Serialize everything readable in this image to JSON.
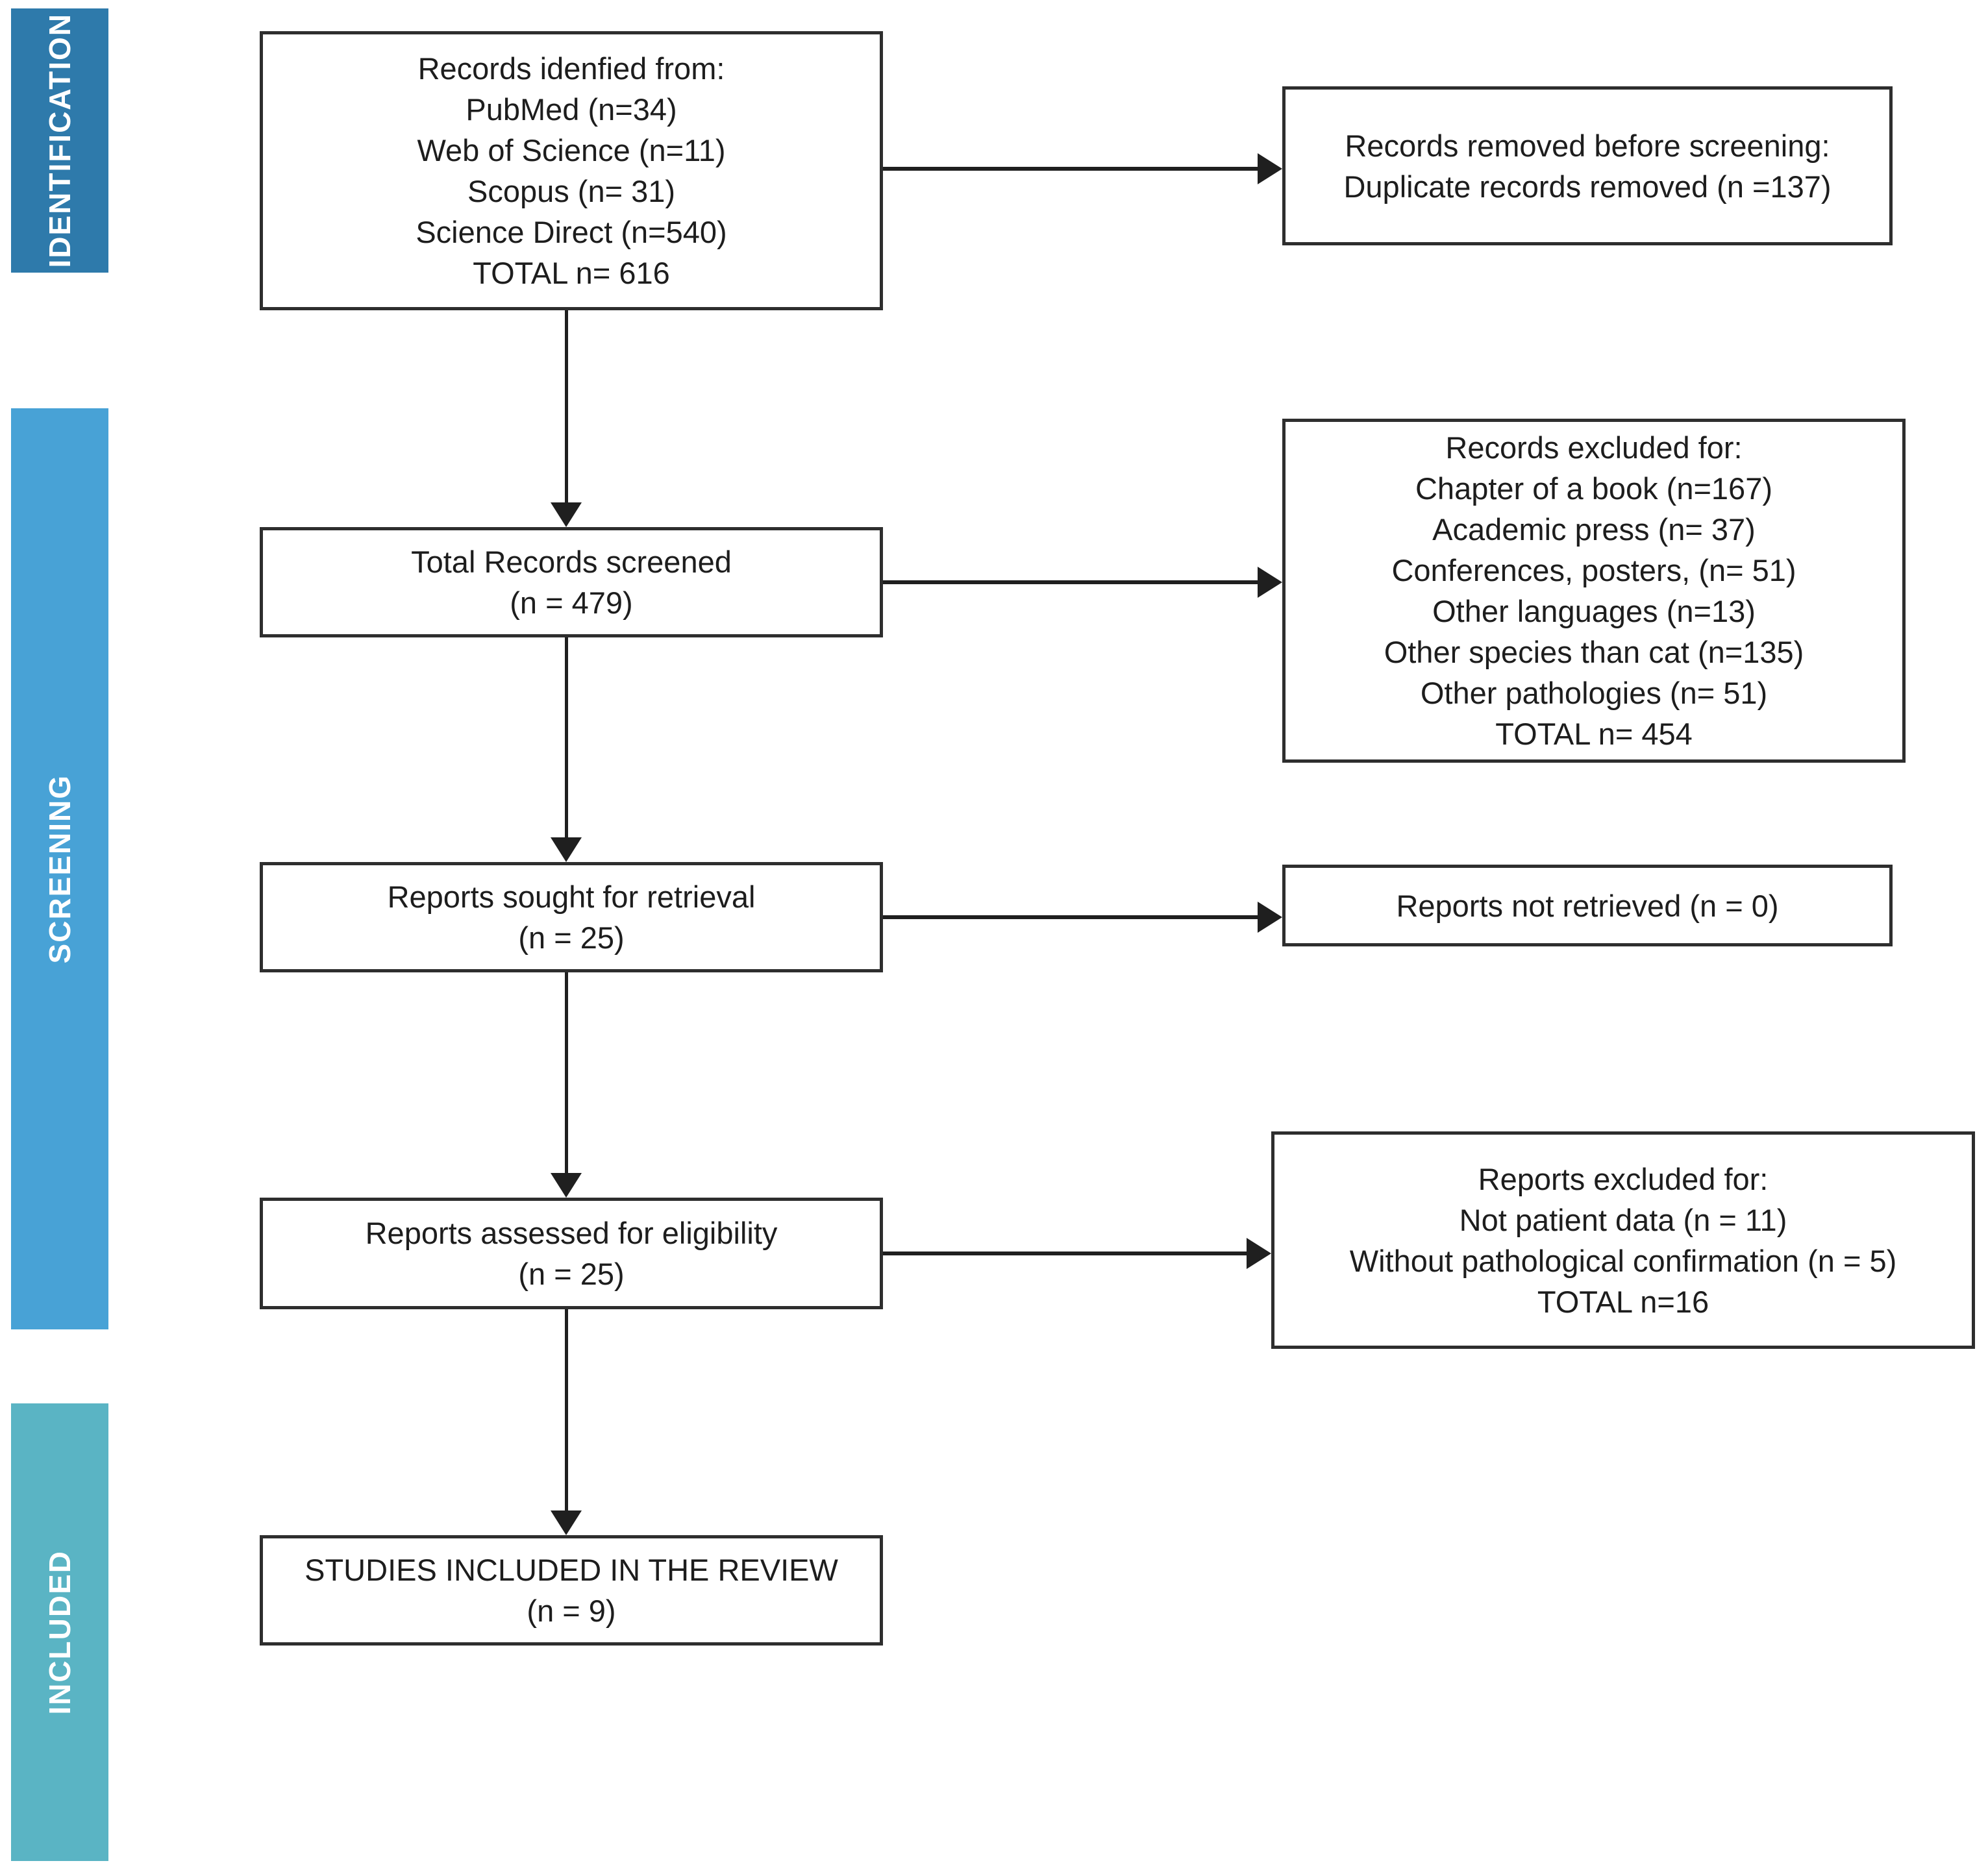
{
  "sidebar": {
    "identification": {
      "label": "IDENTIFICATION",
      "color": "#2e7aab"
    },
    "screening": {
      "label": "SCREENING",
      "color": "#48a2d6"
    },
    "included": {
      "label": "INCLUDED",
      "color": "#5ab4c4"
    }
  },
  "boxes": {
    "identified": {
      "lines": [
        "Records idenfied from:",
        "PubMed (n=34)",
        "Web of Science (n=11)",
        "Scopus (n= 31)",
        "Science Direct (n=540)",
        "TOTAL n= 616"
      ]
    },
    "removed": {
      "lines": [
        "Records removed before screening:",
        "Duplicate records removed  (n =137)"
      ]
    },
    "screened": {
      "lines": [
        "Total Records screened",
        "(n = 479)"
      ]
    },
    "excluded_records": {
      "lines": [
        "Records excluded for:",
        "Chapter of a book (n=167)",
        "Academic press (n= 37)",
        "Conferences, posters, (n= 51)",
        "Other languages (n=13)",
        "Other species than cat (n=135)",
        "Other pathologies (n= 51)",
        "TOTAL n= 454"
      ]
    },
    "sought": {
      "lines": [
        "Reports sought for retrieval",
        "(n = 25)"
      ]
    },
    "not_retrieved": {
      "lines": [
        "Reports not retrieved (n = 0)"
      ]
    },
    "assessed": {
      "lines": [
        "Reports assessed for eligibility",
        "(n = 25)"
      ]
    },
    "excluded_reports": {
      "lines": [
        "Reports excluded for:",
        "Not patient data (n = 11)",
        "Without pathological confirmation (n = 5)",
        "TOTAL n=16"
      ]
    },
    "included_studies": {
      "lines": [
        "STUDIES INCLUDED IN THE REVIEW",
        "(n = 9)"
      ]
    }
  }
}
